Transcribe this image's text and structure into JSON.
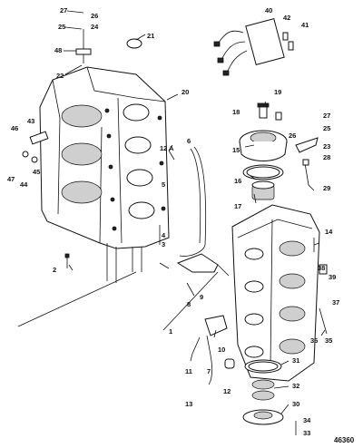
{
  "figure_number": "46360",
  "callouts": [
    "27",
    "26",
    "25",
    "24",
    "48",
    "22",
    "21",
    "40",
    "42",
    "41",
    "20",
    "19",
    "18",
    "27",
    "25",
    "26",
    "23",
    "15",
    "28",
    "16",
    "29",
    "17",
    "12 A",
    "6",
    "5",
    "4",
    "3",
    "43",
    "46",
    "45",
    "47",
    "44",
    "2",
    "14",
    "38",
    "39",
    "37",
    "9",
    "8",
    "1",
    "36",
    "35",
    "10",
    "11",
    "7",
    "31",
    "12",
    "13",
    "32",
    "30",
    "34",
    "33"
  ]
}
